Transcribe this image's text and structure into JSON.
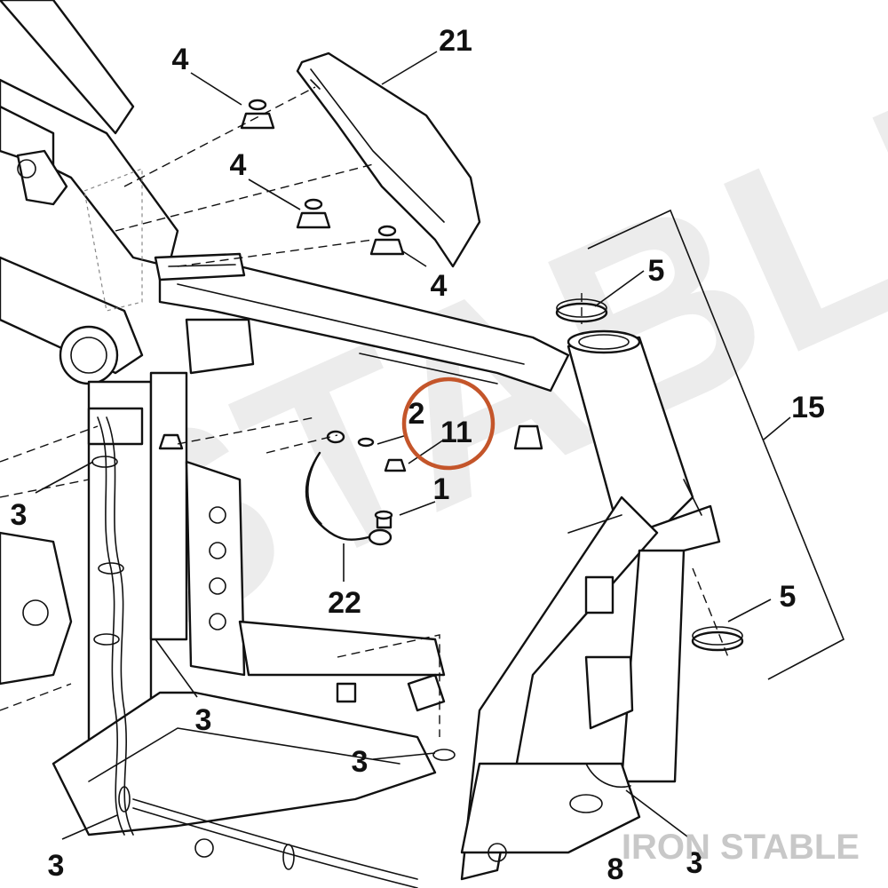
{
  "watermark": {
    "text": "STABLE",
    "color": "#ececec"
  },
  "brand": {
    "text": "IRON STABLE",
    "color": "#c8c8c8"
  },
  "highlight": {
    "callout": "11",
    "ring_color": "#c4552a"
  },
  "callouts": [
    {
      "id": "c21",
      "text": "21"
    },
    {
      "id": "c4a",
      "text": "4"
    },
    {
      "id": "c4b",
      "text": "4"
    },
    {
      "id": "c4c",
      "text": "4"
    },
    {
      "id": "c5a",
      "text": "5"
    },
    {
      "id": "c15",
      "text": "15"
    },
    {
      "id": "c5b",
      "text": "5"
    },
    {
      "id": "c2",
      "text": "2"
    },
    {
      "id": "c11",
      "text": "11"
    },
    {
      "id": "c1",
      "text": "1"
    },
    {
      "id": "c22",
      "text": "22"
    },
    {
      "id": "c3a",
      "text": "3"
    },
    {
      "id": "c3b",
      "text": "3"
    },
    {
      "id": "c3c",
      "text": "3"
    },
    {
      "id": "c3d",
      "text": "3"
    },
    {
      "id": "c3e",
      "text": "3"
    },
    {
      "id": "c8",
      "text": "8"
    }
  ]
}
